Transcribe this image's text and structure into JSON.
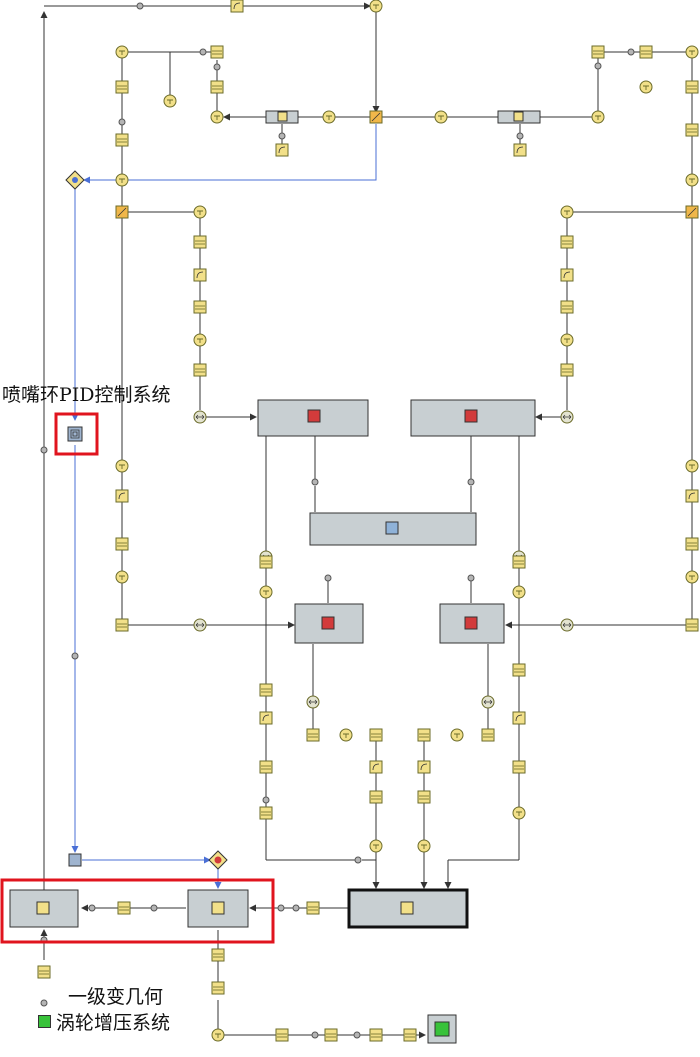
{
  "annotations": {
    "pid_label": "喷嘴环PID控制系统",
    "turbo_label_line1": "一级变几何",
    "turbo_label_line2": "涡轮增压系统"
  },
  "colors": {
    "highlight": "#e0141e",
    "component_fill": "#f2e089",
    "component_stroke": "#6b6b2a",
    "block_fill": "#c8cfd2",
    "signal_line": "#4a6fd6",
    "flow_line": "#333333",
    "output_green": "#38c23a"
  }
}
